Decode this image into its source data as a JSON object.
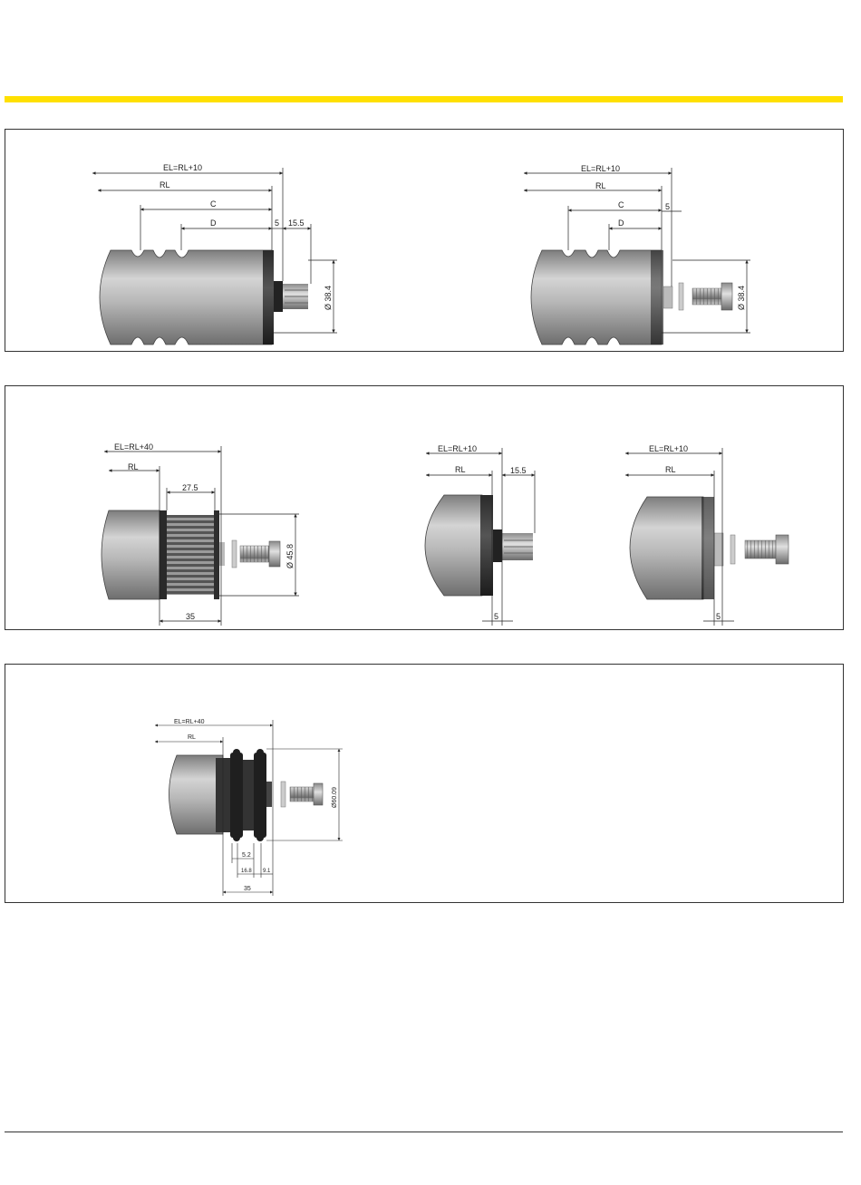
{
  "panel1": {
    "left": {
      "el": "EL=RL+10",
      "rl": "RL",
      "c": "C",
      "d": "D",
      "five": "5",
      "len155": "15.5",
      "dia": "Ø 38.4"
    },
    "right": {
      "el": "EL=RL+10",
      "rl": "RL",
      "c": "C",
      "d": "D",
      "five": "5",
      "dia": "Ø 38.4"
    }
  },
  "panel2": {
    "a": {
      "el": "EL=RL+40",
      "rl": "RL",
      "len275": "27.5",
      "dia": "Ø 45.8",
      "len35": "35"
    },
    "b": {
      "el": "EL=RL+10",
      "rl": "RL",
      "len155": "15.5",
      "five": "5"
    },
    "c": {
      "el": "EL=RL+10",
      "rl": "RL",
      "five": "5"
    }
  },
  "panel3": {
    "el": "EL=RL+40",
    "rl": "RL",
    "dia": "Ø60.09",
    "len52": "5.2",
    "len168": "16.8",
    "len91": "9.1",
    "len35": "35"
  },
  "colors": {
    "accent_bar": "#ffe000",
    "metal": "#b9b9b9",
    "dark_part": "#3a3a3a"
  }
}
